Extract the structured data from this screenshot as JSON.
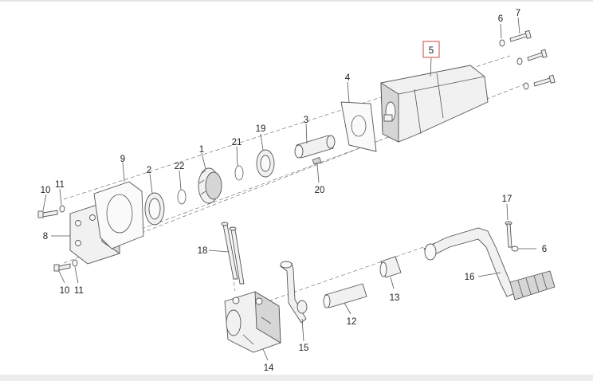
{
  "diagram": {
    "callouts": [
      {
        "id": "c1",
        "label": "1"
      },
      {
        "id": "c2",
        "label": "2"
      },
      {
        "id": "c3",
        "label": "3"
      },
      {
        "id": "c4",
        "label": "4"
      },
      {
        "id": "c5",
        "label": "5",
        "highlighted": true
      },
      {
        "id": "c6a",
        "label": "6"
      },
      {
        "id": "c6b",
        "label": "6"
      },
      {
        "id": "c7",
        "label": "7"
      },
      {
        "id": "c8",
        "label": "8"
      },
      {
        "id": "c9",
        "label": "9"
      },
      {
        "id": "c10a",
        "label": "10"
      },
      {
        "id": "c10b",
        "label": "10"
      },
      {
        "id": "c11a",
        "label": "11"
      },
      {
        "id": "c11b",
        "label": "11"
      },
      {
        "id": "c12",
        "label": "12"
      },
      {
        "id": "c13",
        "label": "13"
      },
      {
        "id": "c14",
        "label": "14"
      },
      {
        "id": "c15",
        "label": "15"
      },
      {
        "id": "c16",
        "label": "16"
      },
      {
        "id": "c17",
        "label": "17"
      },
      {
        "id": "c18",
        "label": "18"
      },
      {
        "id": "c19",
        "label": "19"
      },
      {
        "id": "c20",
        "label": "20"
      },
      {
        "id": "c21",
        "label": "21"
      },
      {
        "id": "c22",
        "label": "22"
      }
    ],
    "colors": {
      "line": "#555555",
      "part_fill": "#f1f1f1",
      "highlight": "#e06060"
    }
  }
}
